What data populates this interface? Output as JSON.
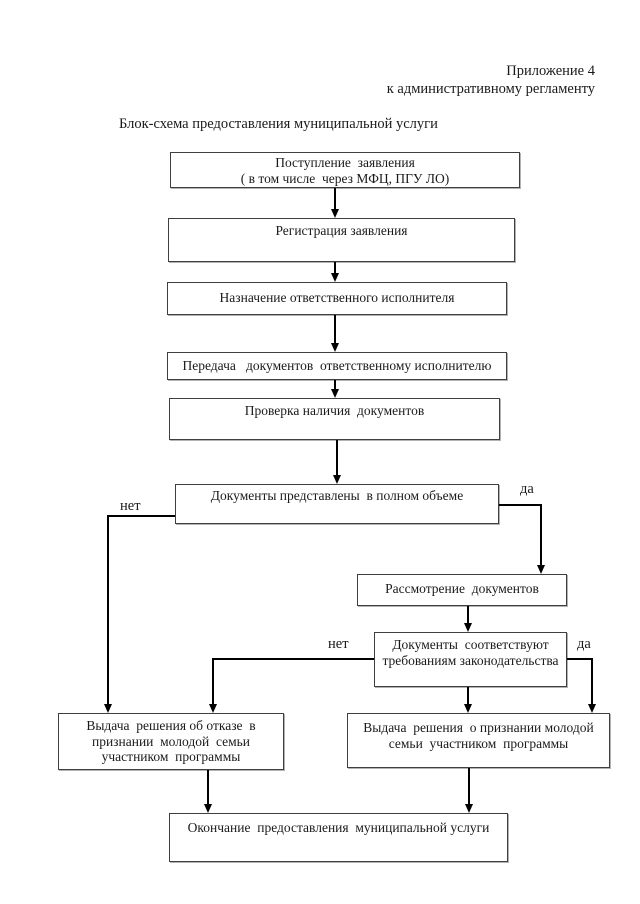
{
  "page": {
    "appendix_line1": "Приложение 4",
    "appendix_line2": "к административному регламенту",
    "title": "Блок-схема предоставления муниципальной услуги"
  },
  "nodes": {
    "start": {
      "label": "Поступление  заявления\n( в том числе  через МФЦ, ПГУ ЛО)"
    },
    "register": {
      "label": "Регистрация заявления"
    },
    "assign": {
      "label": "Назначение ответственного исполнителя"
    },
    "transfer": {
      "label": "Передача   документов  ответственному исполнителю"
    },
    "check": {
      "label": "Проверка наличия  документов"
    },
    "complete": {
      "label": "Документы представлены  в полном объеме"
    },
    "review": {
      "label": "Рассмотрение  документов"
    },
    "comply": {
      "label": "Документы  соответствуют\nтребованиям законодательства"
    },
    "refuse": {
      "label": "Выдача  решения об отказе  в\nпризнании  молодой  семьи\nучастником  программы"
    },
    "approve": {
      "label": "Выдача  решения  о признании молодой\nсемьи  участником  программы"
    },
    "end": {
      "label": "Окончание  предоставления  муниципальной услуги"
    }
  },
  "edge_labels": {
    "complete_yes": "да",
    "complete_no": "нет",
    "comply_yes": "да",
    "comply_no": "нет"
  },
  "colors": {
    "ink": "#1a1a1a",
    "box_border": "#3f3f3f",
    "background": "#ffffff"
  }
}
